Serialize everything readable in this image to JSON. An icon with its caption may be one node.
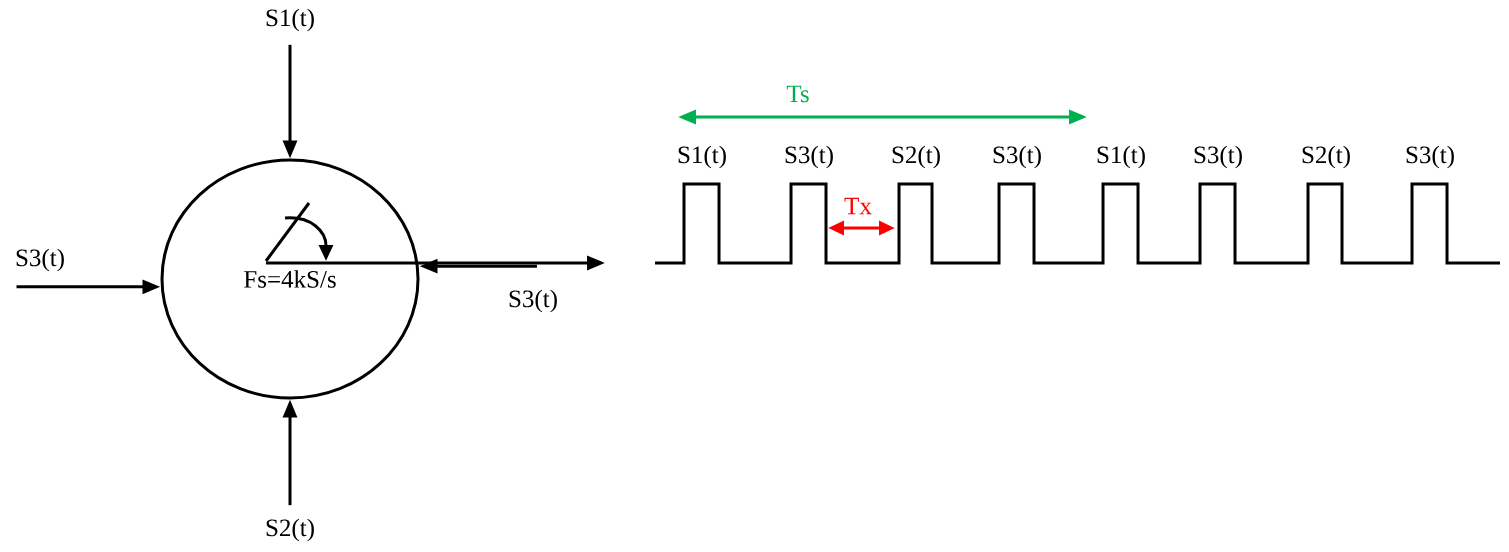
{
  "diagram": {
    "nodes": [
      {
        "text": [
          "Fs=4kS/s"
        ]
      },
      {
        "text": [
          "S1(t)"
        ]
      },
      {
        "text": [
          "S3(t)"
        ]
      },
      {
        "text": [
          "S3(t)"
        ]
      },
      {
        "text": [
          "S2(t)"
        ]
      }
    ],
    "edges": [
      {
        "from": 1,
        "to": 0,
        "arrow": "to"
      },
      {
        "from": 2,
        "to": 0,
        "arrow": "to"
      },
      {
        "from": 3,
        "to": 0,
        "arrow": "to"
      },
      {
        "from": 4,
        "to": 0,
        "arrow": "to"
      },
      {
        "from": 0,
        "to": null,
        "arrow": "to"
      }
    ],
    "labels": [
      "Ts",
      "S1(t)",
      "S3(t)",
      "S2(t)",
      "S3(t)",
      "S1(t)",
      "S3(t)",
      "S2(t)",
      "S3(t)",
      "Tx"
    ]
  }
}
